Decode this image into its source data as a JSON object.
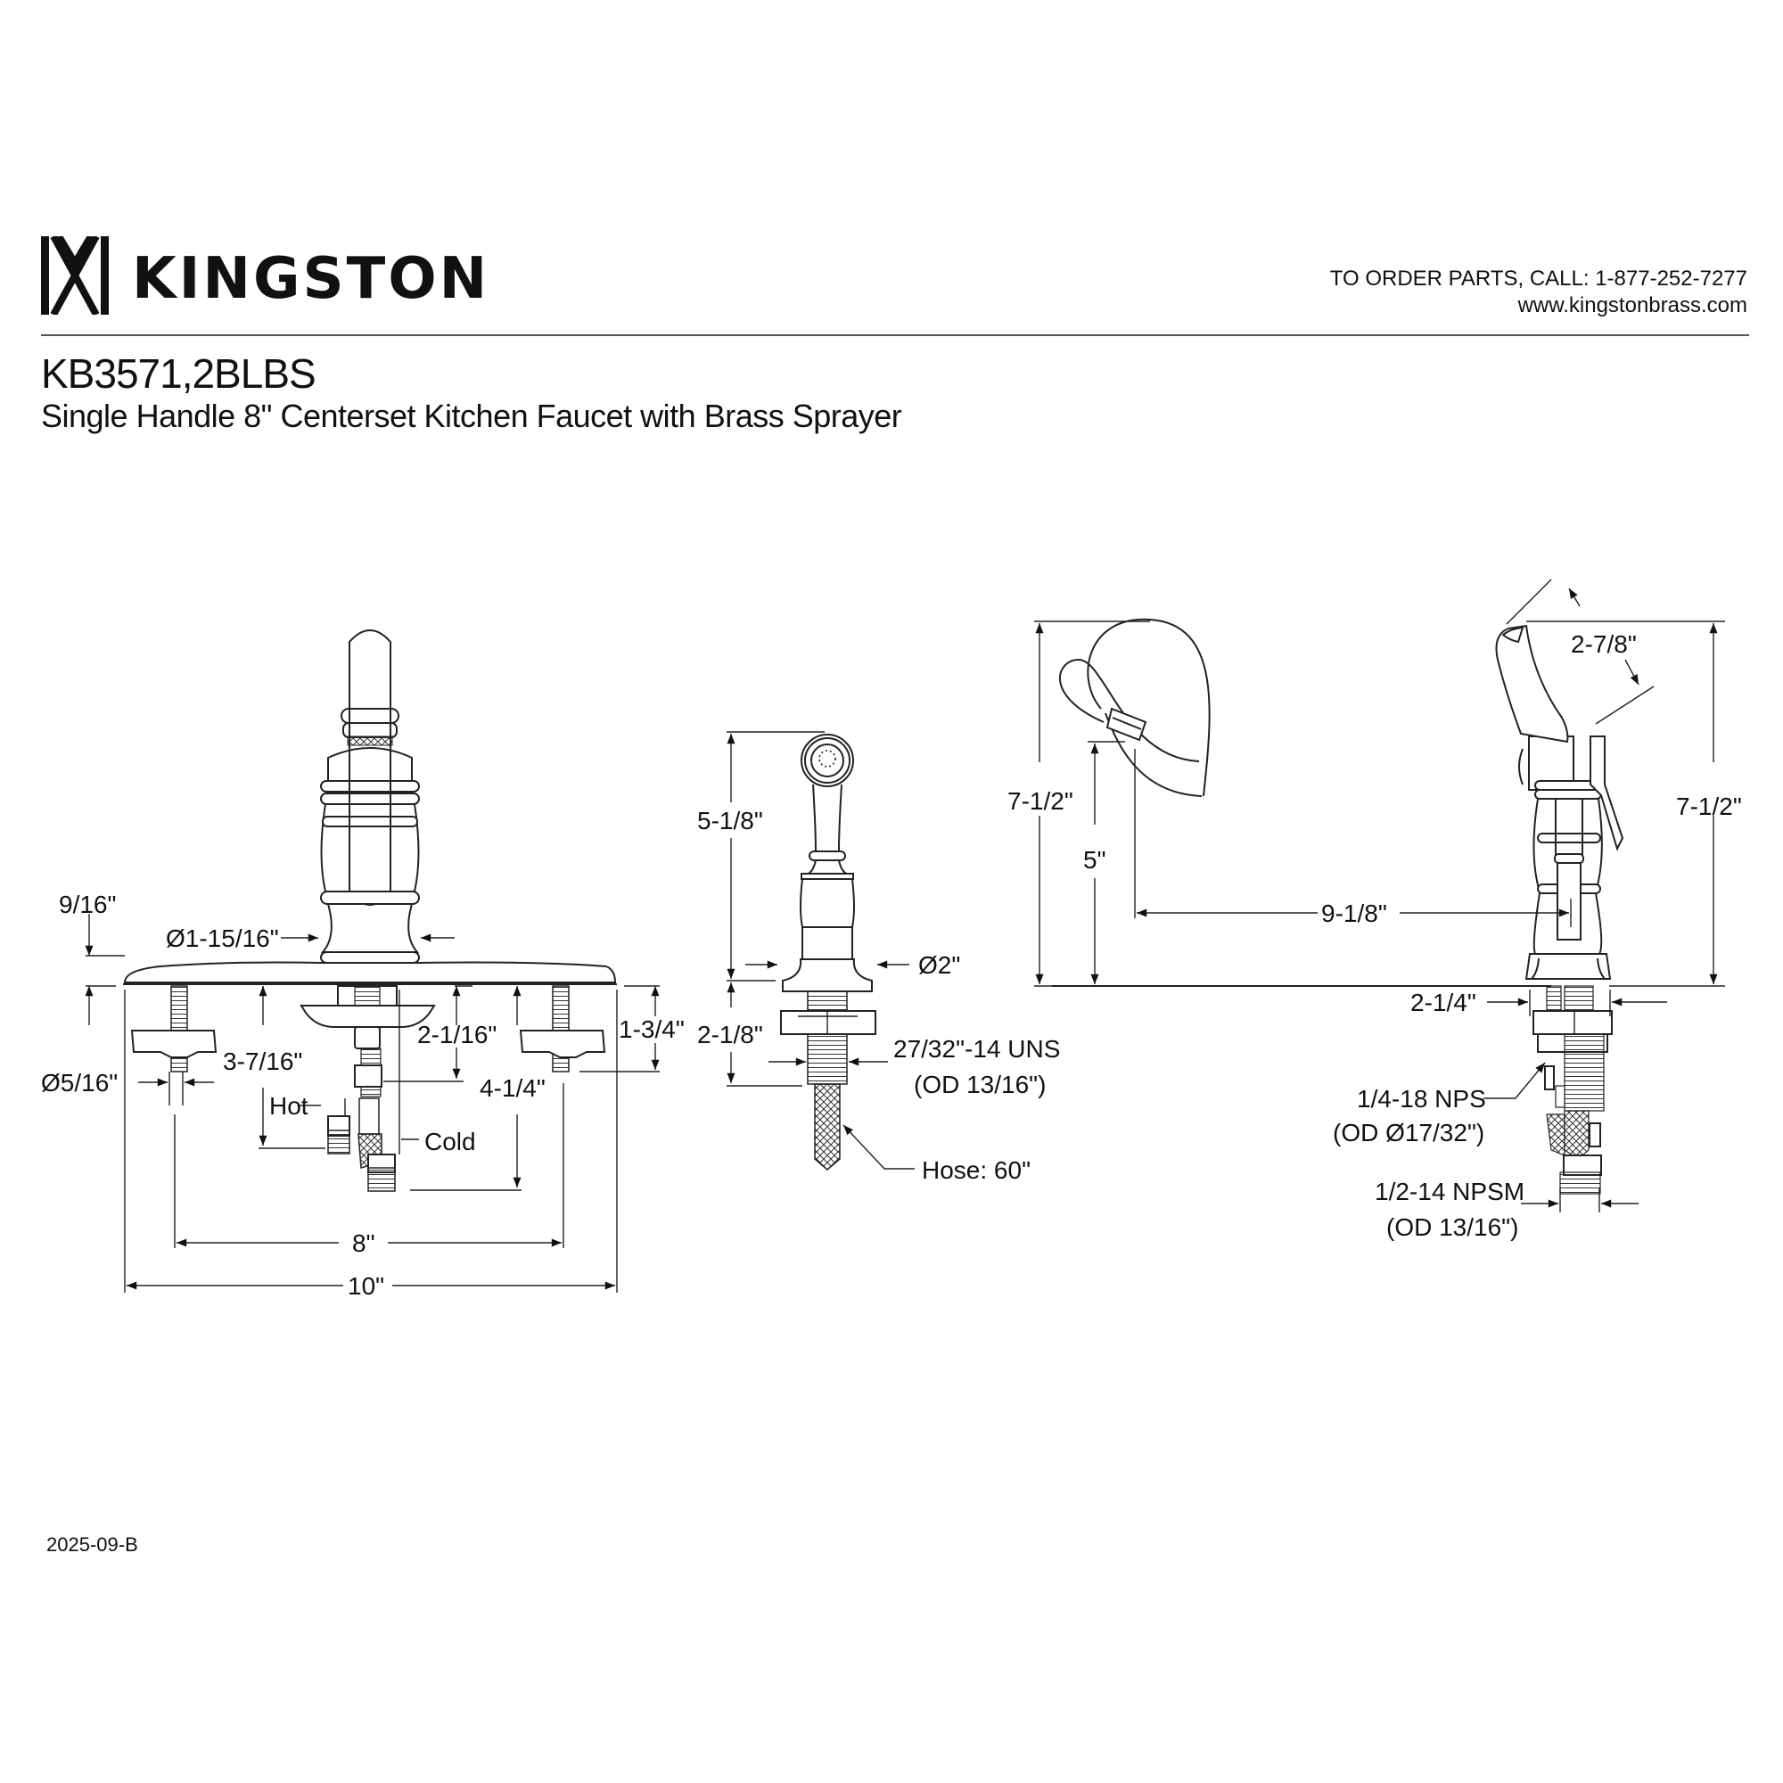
{
  "header": {
    "brand": "KINGSTON",
    "logo_icon": "kingston-logo-mark",
    "order_parts": "TO ORDER PARTS, CALL: 1-877-252-7277",
    "website": "www.kingstonbrass.com"
  },
  "product": {
    "model": "KB3571,2BLBS",
    "description": "Single Handle 8\" Centerset Kitchen Faucet with Brass Sprayer"
  },
  "front_view": {
    "deck_thickness": "9/16\"",
    "base_diameter": "Ø1-15/16\"",
    "bolt_diameter": "Ø5/16\"",
    "hot_depth": "3-7/16\"",
    "hot_label": "Hot",
    "cold_label": "Cold",
    "shank_length": "2-1/16\"",
    "cold_depth": "4-1/4\"",
    "bolt_length": "1-3/4\"",
    "centers": "8\"",
    "overall_width": "10\""
  },
  "sprayer_view": {
    "height": "5-1/8\"",
    "base_diameter": "Ø2\"",
    "shank_length": "2-1/8\"",
    "thread": "27/32\"-14 UNS",
    "thread_od": "(OD 13/16\")",
    "hose": "Hose: 60\""
  },
  "side_view": {
    "overall_height": "7-1/2\"",
    "spout_clearance": "5\"",
    "spout_reach": "9-1/8\"",
    "handle_length": "2-7/8\"",
    "handle_height": "7-1/2\"",
    "base_diameter": "2-1/4\"",
    "sprayer_thread": "1/4-18 NPS",
    "sprayer_thread_od": "(OD Ø17/32\")",
    "supply_thread": "1/2-14 NPSM",
    "supply_thread_od": "(OD 13/16\")"
  },
  "footer": {
    "revision": "2025-09-B"
  }
}
